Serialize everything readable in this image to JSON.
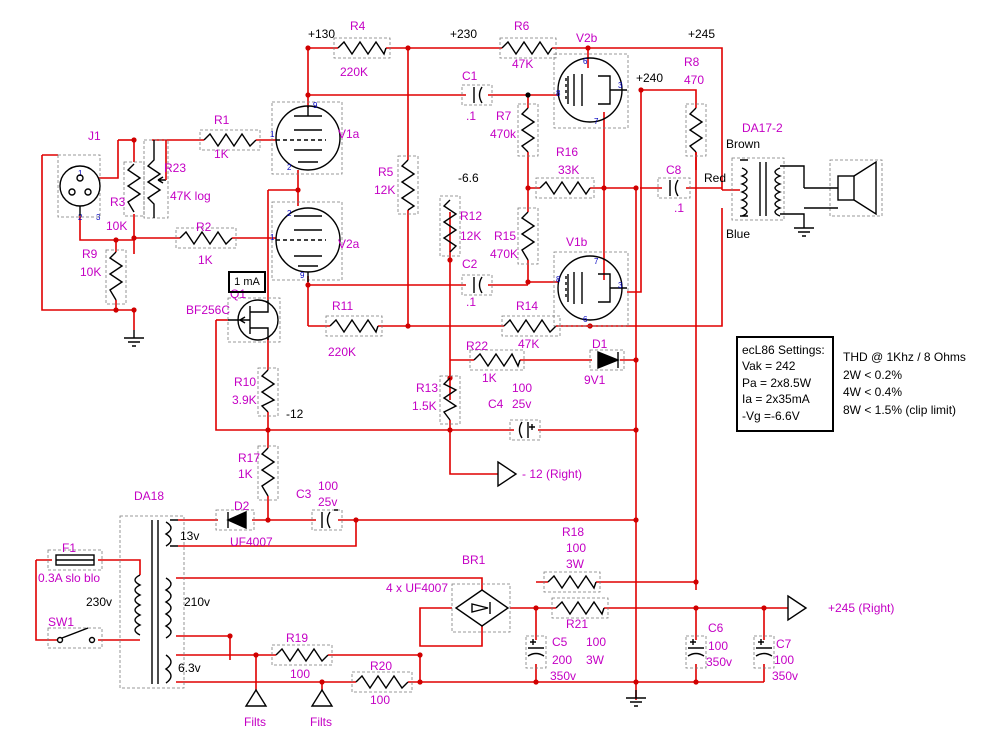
{
  "rails": [
    "+130",
    "+230",
    "+245",
    "+240",
    "-6.6",
    "-12"
  ],
  "components": [
    {
      "ref": "J1"
    },
    {
      "ref": "R1",
      "value": "1K"
    },
    {
      "ref": "R2",
      "value": "1K"
    },
    {
      "ref": "R3",
      "value": "10K"
    },
    {
      "ref": "R9",
      "value": "10K"
    },
    {
      "ref": "R23",
      "value": "47K log"
    },
    {
      "ref": "R4",
      "value": "220K"
    },
    {
      "ref": "R6",
      "value": "47K"
    },
    {
      "ref": "R8",
      "value": "470"
    },
    {
      "ref": "V1a"
    },
    {
      "ref": "V2a"
    },
    {
      "ref": "V2b"
    },
    {
      "ref": "V1b"
    },
    {
      "ref": "C1",
      "value": ".1"
    },
    {
      "ref": "R7",
      "value": "470k"
    },
    {
      "ref": "R16",
      "value": "33K"
    },
    {
      "ref": "C8",
      "value": ".1"
    },
    {
      "ref": "DA17-2"
    },
    {
      "ref": "R5",
      "value": "12K"
    },
    {
      "ref": "R12",
      "value": "12K"
    },
    {
      "ref": "R15",
      "value": "470K"
    },
    {
      "ref": "C2",
      "value": ".1"
    },
    {
      "ref": "R11",
      "value": "220K"
    },
    {
      "ref": "R14",
      "value": "47K"
    },
    {
      "ref": "Q1",
      "value": "BF256C"
    },
    {
      "ref": "R10",
      "value": "3.9K"
    },
    {
      "ref": "R22",
      "value": "1K"
    },
    {
      "ref": "D1",
      "value": "9V1"
    },
    {
      "ref": "R13",
      "value": "1.5K"
    },
    {
      "ref": "C4",
      "value": "100"
    },
    {
      "ref": "R17",
      "value": "1K"
    },
    {
      "ref": "C3",
      "value": "100"
    },
    {
      "ref": "D2",
      "value": "UF4007"
    },
    {
      "ref": "DA18"
    },
    {
      "ref": "F1",
      "value": "0.3A slo blo"
    },
    {
      "ref": "SW1"
    },
    {
      "ref": "BR1",
      "value": "4 x UF4007"
    },
    {
      "ref": "R18",
      "value": "100"
    },
    {
      "ref": "R21",
      "value": "100"
    },
    {
      "ref": "C5",
      "value": "200"
    },
    {
      "ref": "C6",
      "value": "100"
    },
    {
      "ref": "C7",
      "value": "100"
    },
    {
      "ref": "R19",
      "value": "100"
    },
    {
      "ref": "R20",
      "value": "100"
    }
  ],
  "labels": {
    "j1": "J1",
    "r1": "R1",
    "r1v": "1K",
    "r2": "R2",
    "r2v": "1K",
    "r3": "R3",
    "r3v": "10K",
    "r9": "R9",
    "r9v": "10K",
    "r23": "R23",
    "r23v": "47K log",
    "r4": "R4",
    "r4v": "220K",
    "r6": "R6",
    "r6v": "47K",
    "r8": "R8",
    "r8v": "470",
    "v1a": "V1a",
    "v2a": "V2a",
    "v2b": "V2b",
    "v1b": "V1b",
    "c1": "C1",
    "c1v": ".1",
    "r7": "R7",
    "r7v": "470k",
    "r16": "R16",
    "r16v": "33K",
    "c8": "C8",
    "c8v": ".1",
    "da17": "DA17-2",
    "brown": "Brown",
    "red": "Red",
    "blue": "Blue",
    "r5": "R5",
    "r5v": "12K",
    "r12": "R12",
    "r12v": "12K",
    "r15": "R15",
    "r15v": "470K",
    "c2": "C2",
    "c2v": ".1",
    "r11": "R11",
    "r11v": "220K",
    "r14": "R14",
    "r14v": "47K",
    "q1": "Q1",
    "q1v": "BF256C",
    "r10": "R10",
    "r10v": "3.9K",
    "r22": "R22",
    "r22v": "1K",
    "d1": "D1",
    "d1v": "9V1",
    "r13": "R13",
    "r13v": "1.5K",
    "c4": "C4",
    "c4v": "100",
    "c4v2": "25v",
    "r17": "R17",
    "r17v": "1K",
    "c3": "C3",
    "c3v": "100",
    "c3v2": "25v",
    "d2": "D2",
    "d2v": "UF4007",
    "da18": "DA18",
    "f1": "F1",
    "f1v": "0.3A slo blo",
    "sw1": "SW1",
    "br1": "BR1",
    "br1v": "4 x UF4007",
    "r18": "R18",
    "r18v": "100",
    "r18v2": "3W",
    "r21": "R21",
    "r21v": "100",
    "r21v2": "3W",
    "c5": "C5",
    "c5v": "200",
    "c5v2": "350v",
    "c6": "C6",
    "c6v": "100",
    "c6v2": "350v",
    "c7": "C7",
    "c7v": "100",
    "c7v2": "350v",
    "r19": "R19",
    "r19v": "100",
    "r20": "R20",
    "r20v": "100",
    "v13": "13v",
    "v230": "230v",
    "v210": "210v",
    "v63": "6.3v",
    "filts1": "Filts",
    "filts2": "Filts",
    "m12right": "- 12 (Right)",
    "p245right": "+245 (Right)",
    "ma": "1 mA",
    "r130": "+130",
    "r230": "+230",
    "r245": "+245",
    "r240": "+240",
    "r66": "-6.6",
    "r12n": "-12"
  },
  "settings": {
    "title": "ecL86 Settings:",
    "lines": [
      "Vak = 242",
      "Pa = 2x8.5W",
      "Ia = 2x35mA",
      "-Vg =-6.6V"
    ]
  },
  "thd": {
    "title": "THD @ 1Khz / 8 Ohms",
    "lines": [
      "2W < 0.2%",
      "4W < 0.4%",
      "8W < 1.5% (clip limit)"
    ]
  },
  "colors": {
    "wire": "#e00000",
    "label": "#c400c4",
    "pin": "#0000c0",
    "text": "#000000"
  }
}
